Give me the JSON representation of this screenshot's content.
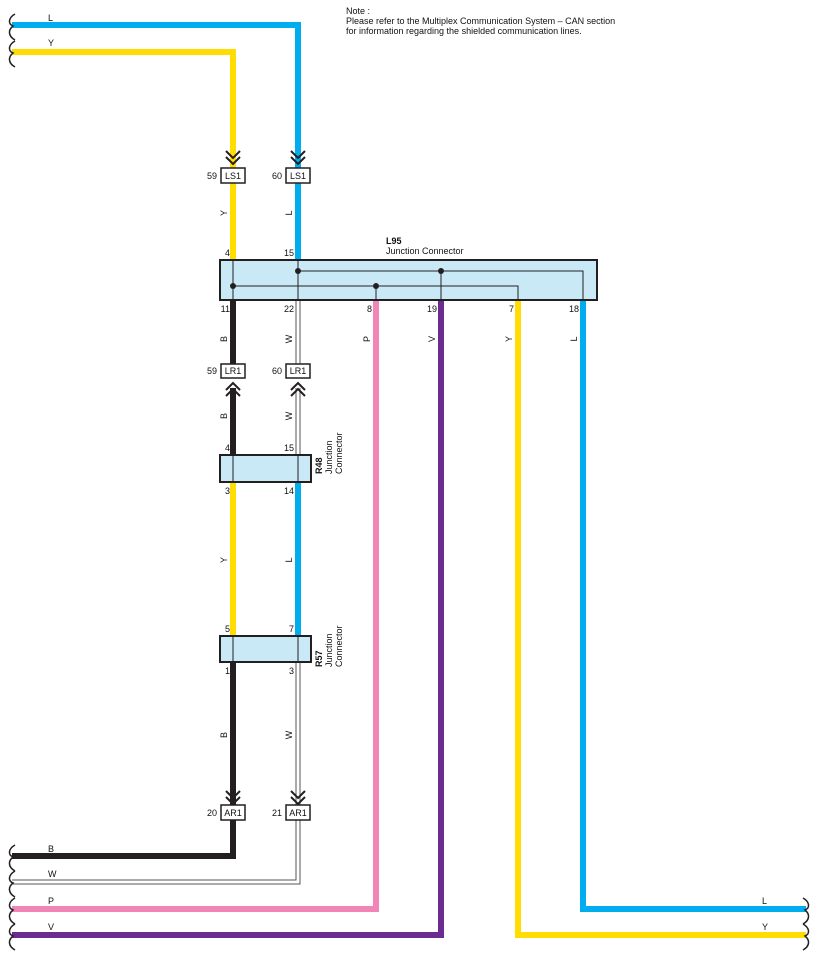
{
  "note": {
    "title": "Note :",
    "line1": "Please refer to the Multiplex Communication System – CAN section",
    "line2": "for information regarding the shielded communication lines."
  },
  "colors": {
    "L": "#00aeef",
    "Y": "#ffdd00",
    "B": "#231f20",
    "W": "#ffffff",
    "P": "#f085b6",
    "V": "#6b2c91",
    "connector_fill": "#c9e9f7"
  },
  "connectors": {
    "L95": {
      "id": "L95",
      "name": "Junction Connector"
    },
    "R48": {
      "id": "R48",
      "name_line1": "Junction",
      "name_line2": "Connector"
    },
    "R57": {
      "id": "R57",
      "name_line1": "Junction",
      "name_line2": "Connector"
    }
  },
  "inline_connectors": {
    "ls1_y": {
      "pin": "59",
      "id": "LS1"
    },
    "ls1_l": {
      "pin": "60",
      "id": "LS1"
    },
    "lr1_b": {
      "pin": "59",
      "id": "LR1"
    },
    "lr1_w": {
      "pin": "60",
      "id": "LR1"
    },
    "ar1_b": {
      "pin": "20",
      "id": "AR1"
    },
    "ar1_w": {
      "pin": "21",
      "id": "AR1"
    }
  },
  "pins": {
    "l95": [
      "4",
      "15",
      "11",
      "22",
      "8",
      "19",
      "7",
      "18"
    ],
    "r48": [
      "4",
      "15",
      "3",
      "14"
    ],
    "r57": [
      "5",
      "7",
      "1",
      "3"
    ]
  },
  "wire_labels": {
    "top_L": "L",
    "top_Y": "Y",
    "c1_Y": "Y",
    "c2_L": "L",
    "c1_B_a": "B",
    "c2_W_a": "W",
    "c1_B_b": "B",
    "c2_W_b": "W",
    "c1_Y_mid": "Y",
    "c2_L_mid": "L",
    "c1_B_low": "B",
    "c2_W_low": "W",
    "pin8_P": "P",
    "pin19_V": "V",
    "pin7_Y": "Y",
    "pin18_L": "L",
    "bot_B": "B",
    "bot_W": "W",
    "bot_P": "P",
    "bot_V": "V",
    "right_L": "L",
    "right_Y": "Y"
  }
}
